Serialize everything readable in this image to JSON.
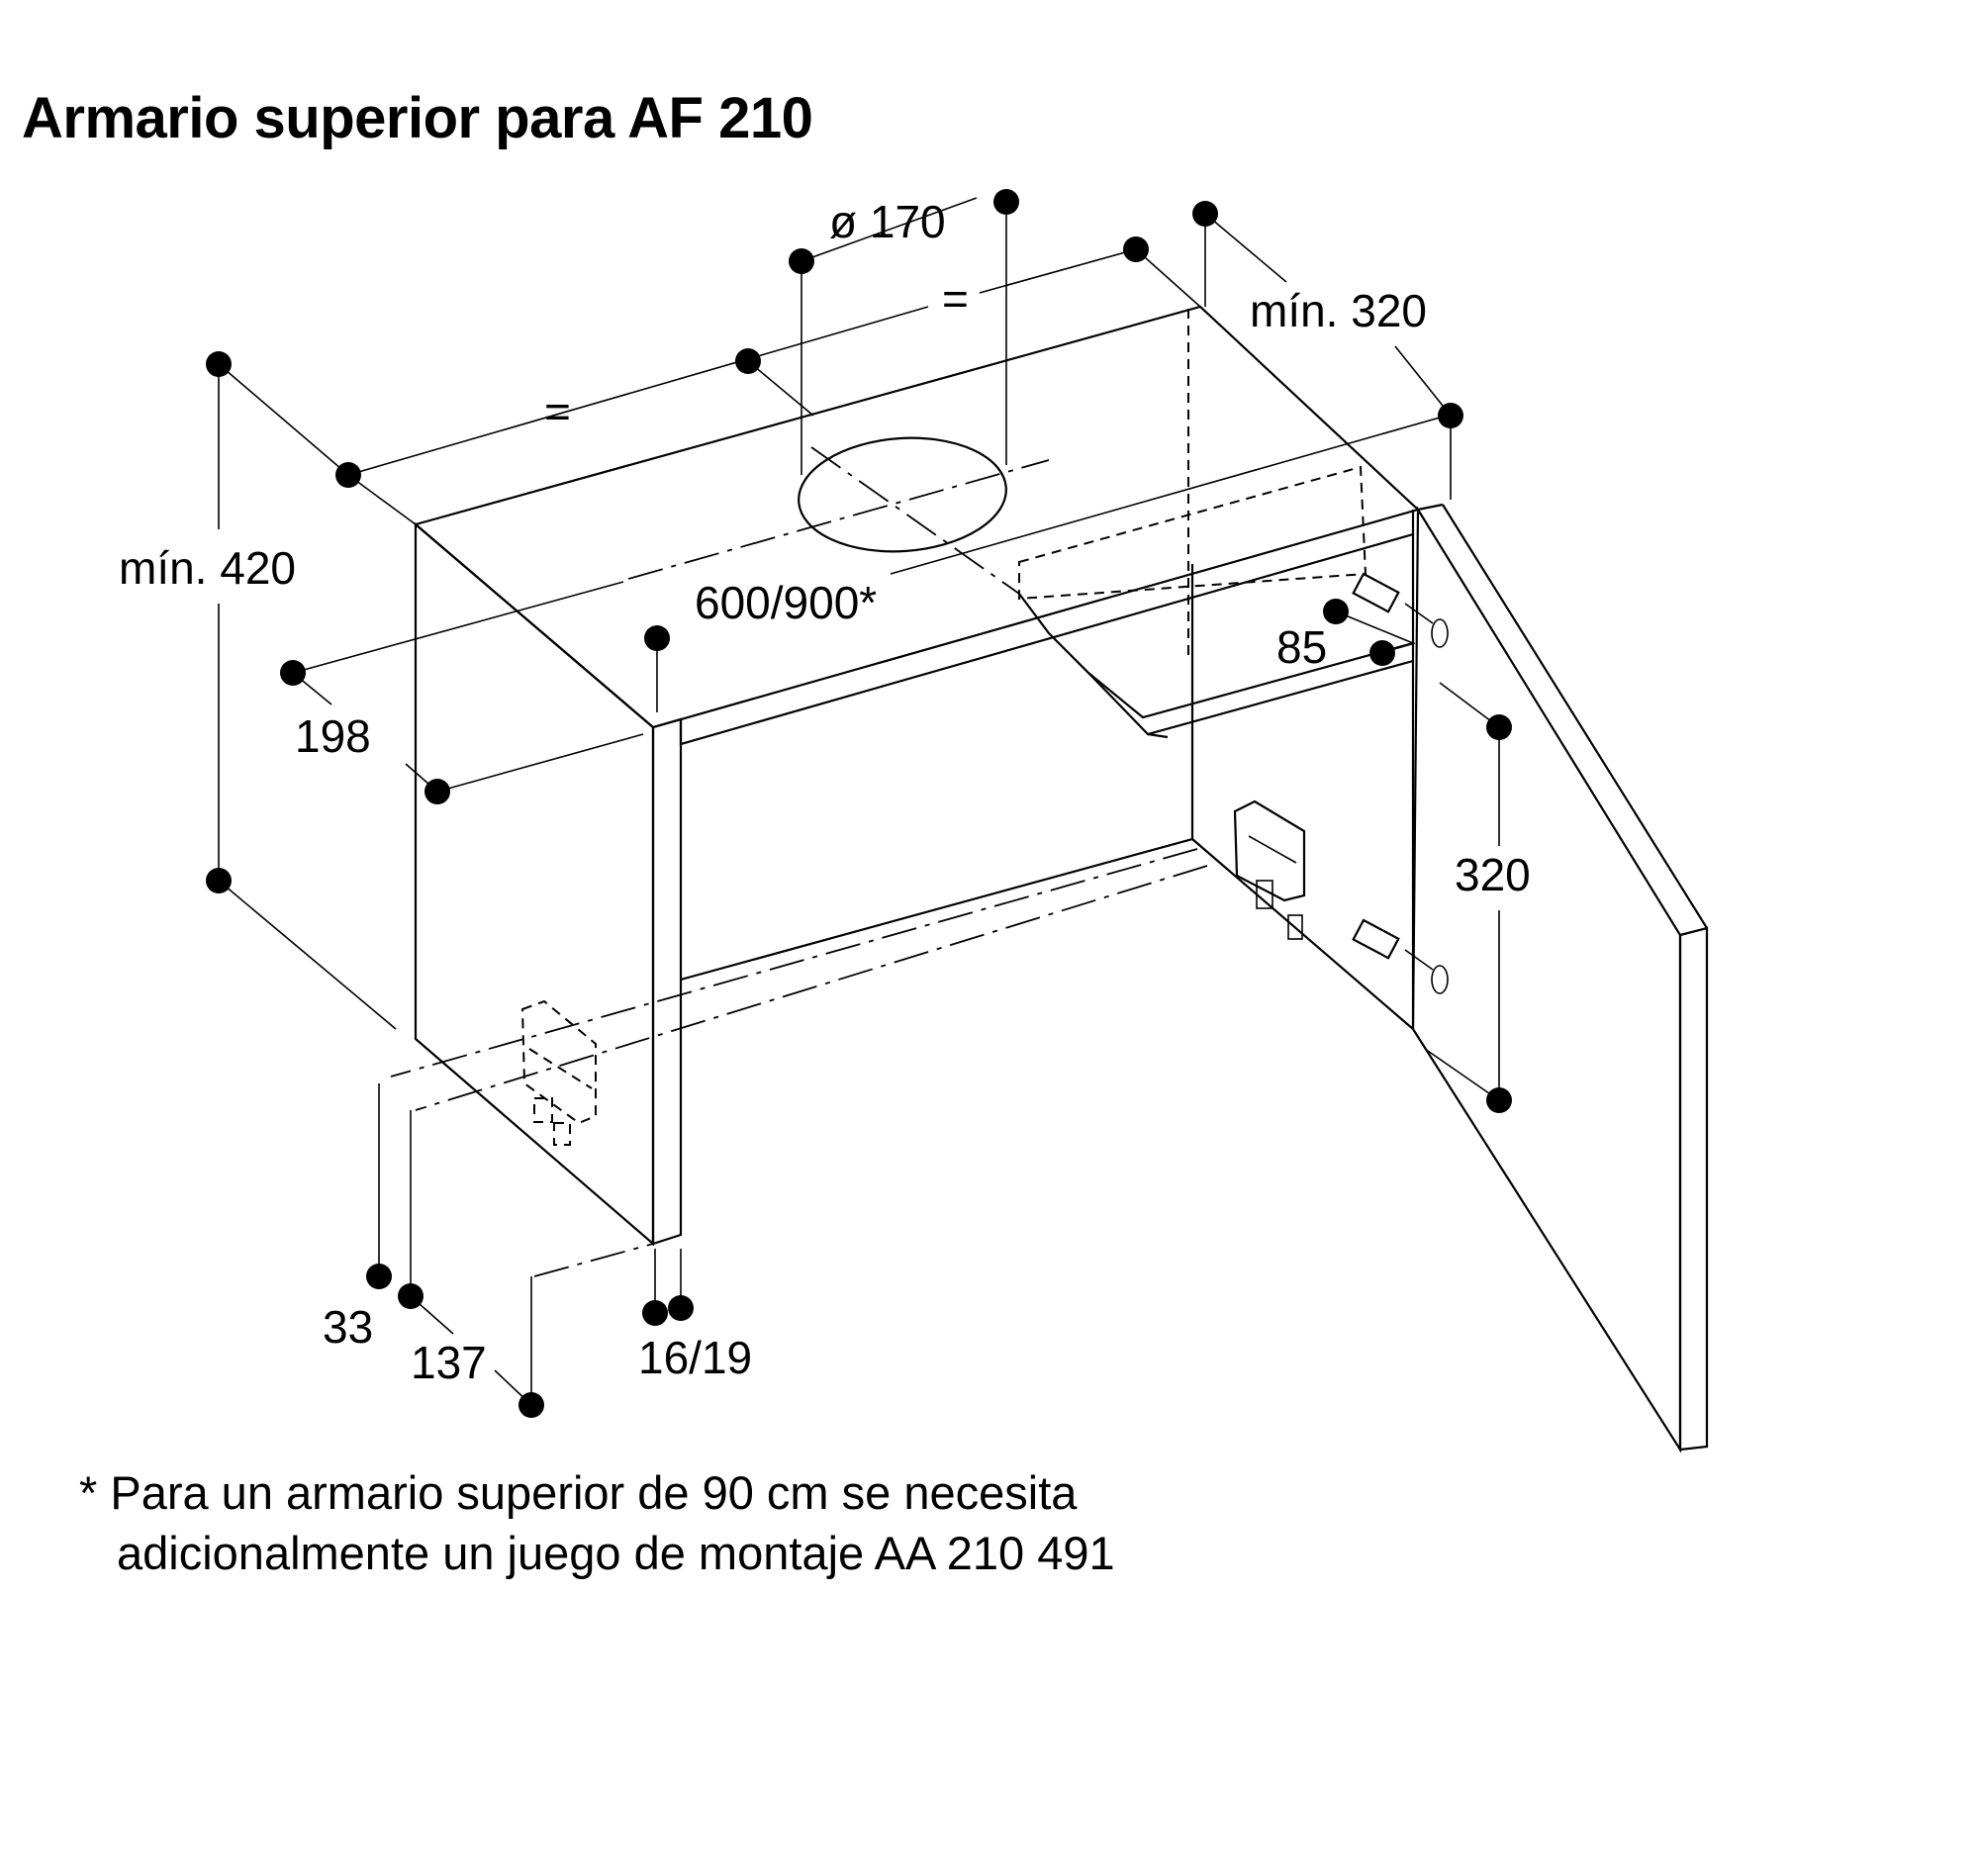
{
  "title": "Armario superior para AF 210",
  "dimensions": {
    "diameter": "ø 170",
    "equal_left": "=",
    "equal_right": "=",
    "min_depth": "mín. 320",
    "min_height": "mín. 420",
    "width": "600/900*",
    "front_offset": "198",
    "inner_offset": "85",
    "hinge_distance": "320",
    "bottom_33": "33",
    "bottom_137": "137",
    "panel_thickness": "16/19"
  },
  "footnote": {
    "line1": "* Para un armario superior de 90 cm se necesita",
    "line2": "adicionalmente un juego de montaje AA 210 491"
  }
}
